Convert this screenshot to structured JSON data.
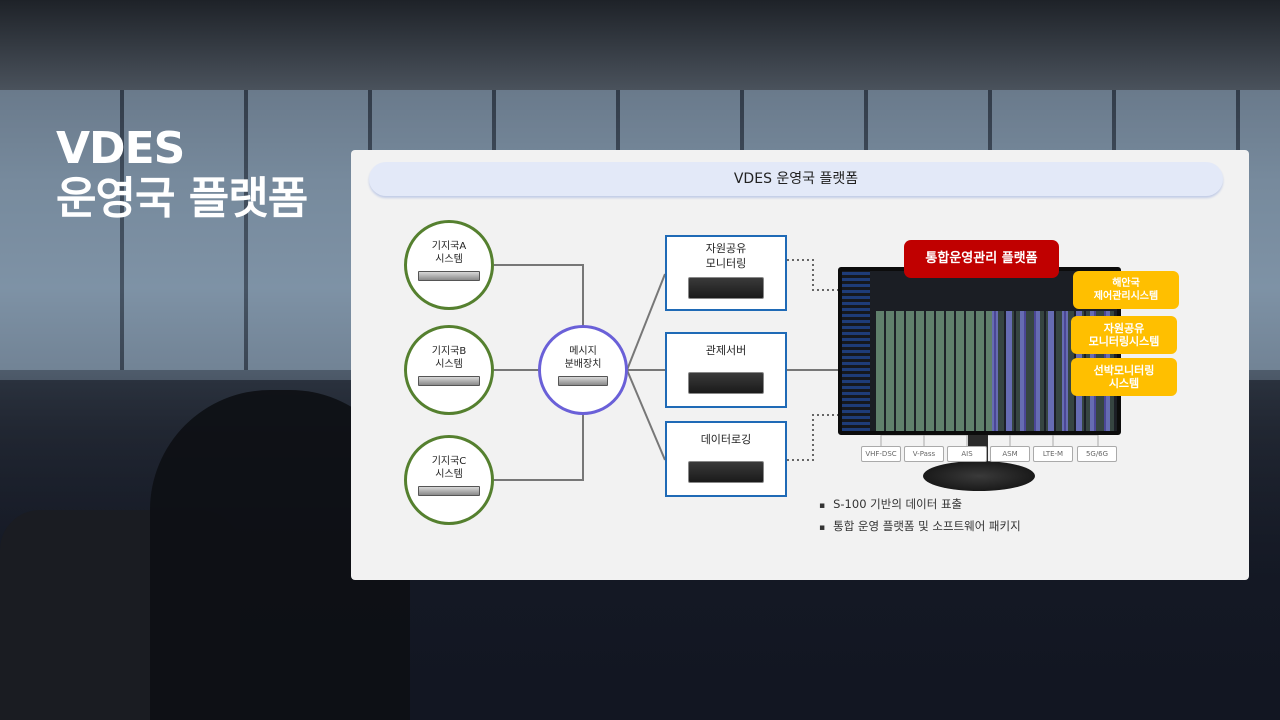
{
  "title_line1": "VDES",
  "title_line2": "운영국 플랫폼",
  "panel_header": "VDES 운영국 플랫폼",
  "stations": [
    {
      "line1": "기지국A",
      "line2": "시스템"
    },
    {
      "line1": "기지국B",
      "line2": "시스템"
    },
    {
      "line1": "기지국C",
      "line2": "시스템"
    }
  ],
  "distributor": {
    "line1": "메시지",
    "line2": "분배장치"
  },
  "servers": [
    {
      "line1": "자원공유",
      "line2": "모니터링"
    },
    {
      "line1": "관제서버",
      "line2": ""
    },
    {
      "line1": "데이터로깅",
      "line2": ""
    }
  ],
  "platform_label": "통합운영관리 플랫폼",
  "systems": [
    {
      "line1": "해안국",
      "line2": "제어관리시스템"
    },
    {
      "line1": "자원공유",
      "line2": "모니터링시스템"
    },
    {
      "line1": "선박모니터링",
      "line2": "시스템"
    }
  ],
  "tags": [
    "VHF-DSC",
    "V-Pass",
    "AIS",
    "ASM",
    "LTE-M",
    "5G/6G"
  ],
  "bullets": [
    "S-100 기반의 데이터 표출",
    "통합 운영 플랫폼 및 소프트웨어 패키지"
  ],
  "colors": {
    "station_border": "#55802f",
    "distributor_border": "#6a60d8",
    "server_border": "#1f6ab6",
    "platform_red": "#c00000",
    "system_yellow": "#ffbf00"
  }
}
